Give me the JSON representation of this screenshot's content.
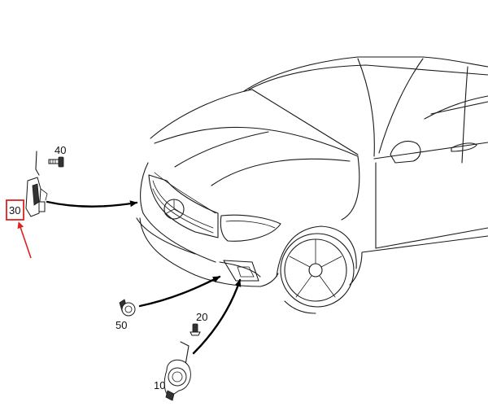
{
  "callouts": {
    "part_10": "10",
    "part_20": "20",
    "part_30": "30",
    "part_40": "40",
    "part_50": "50"
  },
  "highlight": {
    "target": "30",
    "color": "#e02020"
  },
  "colors": {
    "linework": "#1a1a1a",
    "background": "#ffffff"
  }
}
